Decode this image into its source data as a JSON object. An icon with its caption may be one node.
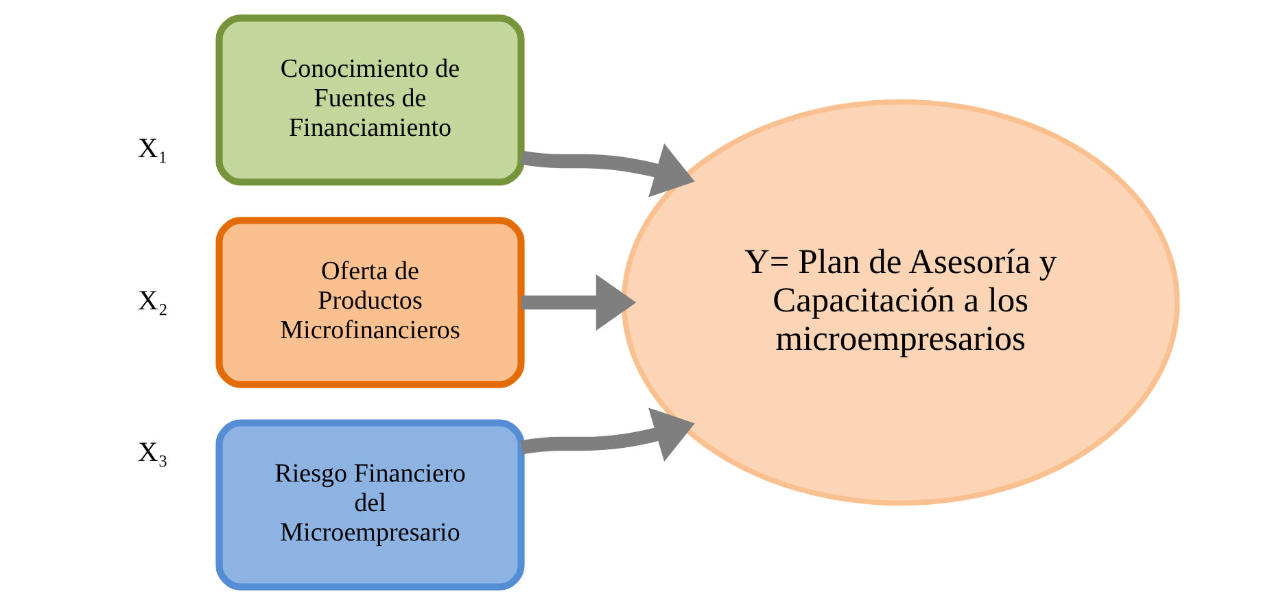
{
  "diagram": {
    "nodes": [
      {
        "text": [
          "Conocimiento de Fuentes de Financiamiento"
        ],
        "beside": [
          "X₁"
        ]
      },
      {
        "text": [
          "Oferta de Productos Microfinancieros"
        ],
        "beside": [
          "X₂"
        ]
      },
      {
        "text": [
          "Riesgo Financiero del Microempresario"
        ],
        "beside": [
          "X₃"
        ]
      },
      {
        "text": [
          "Y= Plan de Asesoría y Capacitación a los microempresarios"
        ]
      }
    ],
    "edges": [
      {
        "from": 0,
        "to": 3,
        "arrow": "to"
      },
      {
        "from": 1,
        "to": 3,
        "arrow": "to"
      },
      {
        "from": 2,
        "to": 3,
        "arrow": "to"
      }
    ]
  }
}
